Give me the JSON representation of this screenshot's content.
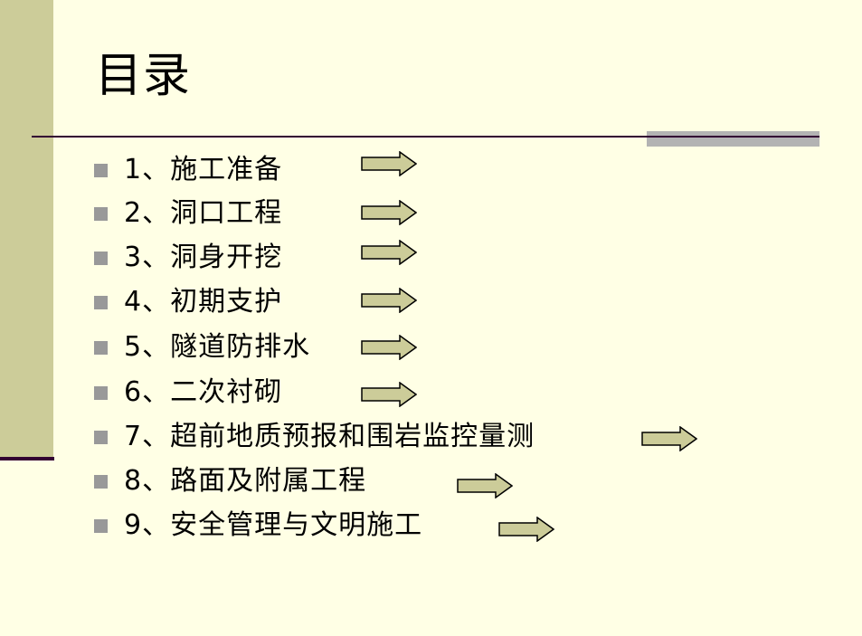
{
  "slide": {
    "title": "目录",
    "items": [
      {
        "label": "1、施工准备"
      },
      {
        "label": "2、洞口工程"
      },
      {
        "label": "3、洞身开挖"
      },
      {
        "label": "4、初期支护"
      },
      {
        "label": "5、隧道防排水"
      },
      {
        "label": "6、二次衬砌"
      },
      {
        "label": "7、超前地质预报和围岩监控量测"
      },
      {
        "label": "8、路面及附属工程"
      },
      {
        "label": "9、安全管理与文明施工"
      }
    ]
  },
  "colors": {
    "background": "#ffffe5",
    "side_band": "#cccc99",
    "rule": "#330033",
    "accent_bar": "#b3b3b3",
    "bullet": "#999999",
    "arrow_fill": "#cccc99",
    "arrow_stroke": "#000000"
  },
  "icons": {
    "bullet": "square-bullet-icon",
    "link": "right-arrow-icon"
  }
}
